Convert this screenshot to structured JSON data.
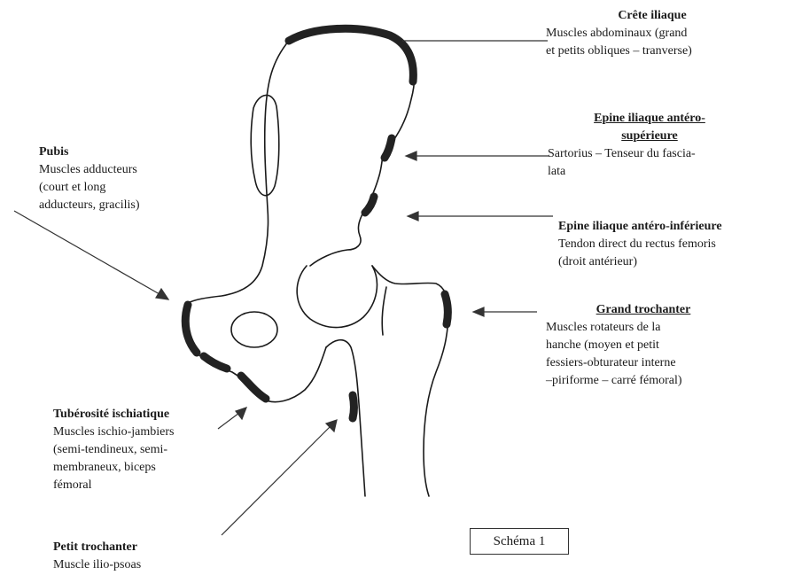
{
  "labels": {
    "crete_iliaque": {
      "title": "Crête iliaque",
      "desc": "Muscles abdominaux (grand\net petits obliques – tranverse)"
    },
    "epine_antero_superieure": {
      "title_line1": "Epine iliaque antéro-",
      "title_line2": "supérieure",
      "desc": "Sartorius – Tenseur du fascia-\nlata"
    },
    "epine_antero_inferieure": {
      "title": "Epine iliaque antéro-inférieure",
      "desc": "Tendon direct du rectus femoris\n(droit antérieur)"
    },
    "grand_trochanter": {
      "title": "Grand trochanter",
      "desc": "Muscles rotateurs de la\nhanche (moyen et petit\nfessiers-obturateur interne\n–piriforme – carré fémoral)"
    },
    "pubis": {
      "title": "Pubis",
      "desc": "Muscles adducteurs\n(court et long\nadducteurs, gracilis)"
    },
    "tuberosite_ischiatique": {
      "title": "Tubérosité ischiatique",
      "desc": "Muscles ischio-jambiers\n(semi-tendineux, semi-\nmembraneux, biceps\nfémoral"
    },
    "petit_trochanter": {
      "title": "Petit trochanter",
      "desc": "Muscle ilio-psoas"
    }
  },
  "schema_label": "Schéma 1",
  "colors": {
    "outline": "#1a1a1a",
    "insertion": "#222222"
  }
}
